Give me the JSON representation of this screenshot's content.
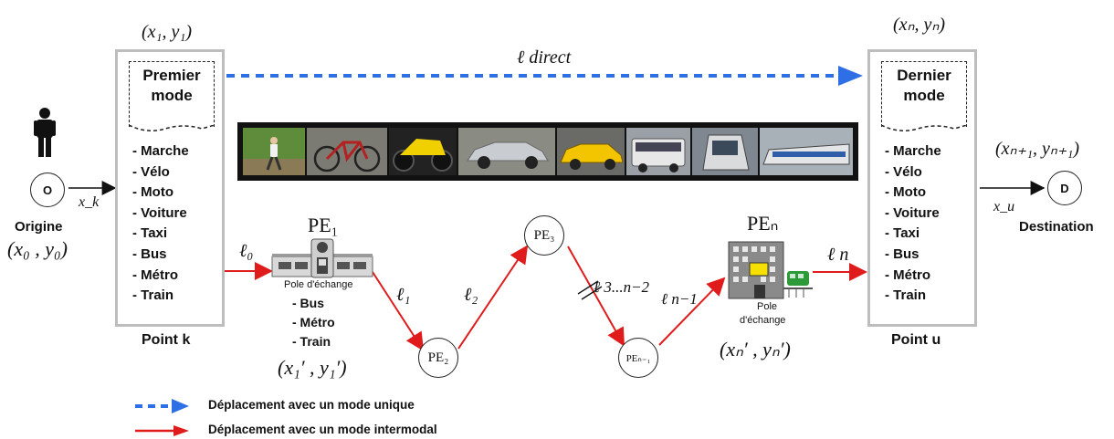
{
  "coords": {
    "x1y1": "(x₁, y₁)",
    "xnyn": "(xₙ, yₙ)",
    "x0y0": "(x₀ , y₀)",
    "xn1yn1": "(xₙ₊₁, yₙ₊₁)",
    "x1p": "(x₁′ , y₁′)",
    "xnp": "(xₙ′ , yₙ′)"
  },
  "left_box": {
    "header": "Premier\nmode",
    "modes": [
      "- Marche",
      "- Vélo",
      "- Moto",
      "- Voiture",
      "- Taxi",
      "- Bus",
      "- Métro",
      "- Train"
    ],
    "caption": "Point k"
  },
  "right_box": {
    "header": "Dernier\nmode",
    "modes": [
      "- Marche",
      "- Vélo",
      "- Moto",
      "- Voiture",
      "- Taxi",
      "- Bus",
      "- Métro",
      "- Train"
    ],
    "caption": "Point u"
  },
  "origin": {
    "node": "O",
    "label": "Origine",
    "edge": "x_k"
  },
  "destination": {
    "node": "D",
    "label": "Destination",
    "edge": "x_u"
  },
  "direct_label": "ℓ direct",
  "pe1": {
    "title": "PE₁",
    "caption": "Pole d'échange",
    "modes": [
      "- Bus",
      "- Métro",
      "- Train"
    ]
  },
  "pen": {
    "title": "PEₙ",
    "caption_1": "Pole",
    "caption_2": "d'échange"
  },
  "nodes": {
    "pe2": "PE₂",
    "pe3": "PE₃",
    "pen1": "PEₙ₋₁"
  },
  "edges": {
    "l0": "ℓ₀",
    "l1": "ℓ₁",
    "l2": "ℓ₂",
    "l3": "ℓ 3...n−2",
    "ln1": "ℓ n−1",
    "ln": "ℓ n"
  },
  "photos": [
    "pedestrian",
    "bicycle",
    "motorcycle",
    "car",
    "taxi",
    "bus",
    "tram",
    "train"
  ],
  "legend": {
    "dashed": "Déplacement avec un mode unique",
    "solid": "Déplacement avec un mode intermodal"
  },
  "colors": {
    "direct": "#2f6fe6",
    "intermodal": "#e01b1b",
    "box_border": "#bdbdbd"
  }
}
